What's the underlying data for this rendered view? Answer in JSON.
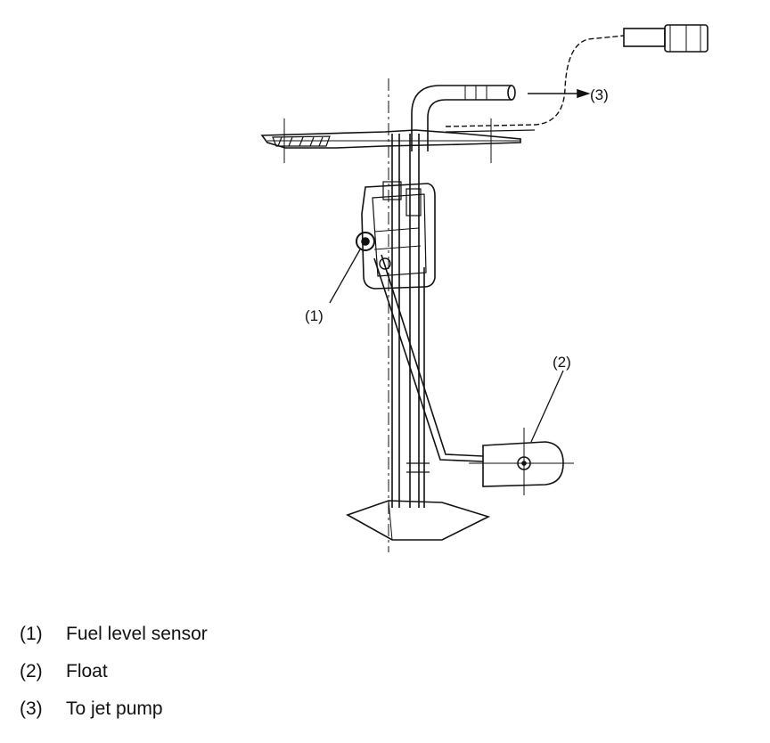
{
  "callouts": {
    "c1": "(1)",
    "c2": "(2)",
    "c3": "(3)"
  },
  "legend": [
    {
      "num": "(1)",
      "text": "Fuel level sensor"
    },
    {
      "num": "(2)",
      "text": "Float"
    },
    {
      "num": "(3)",
      "text": "To jet pump"
    }
  ]
}
